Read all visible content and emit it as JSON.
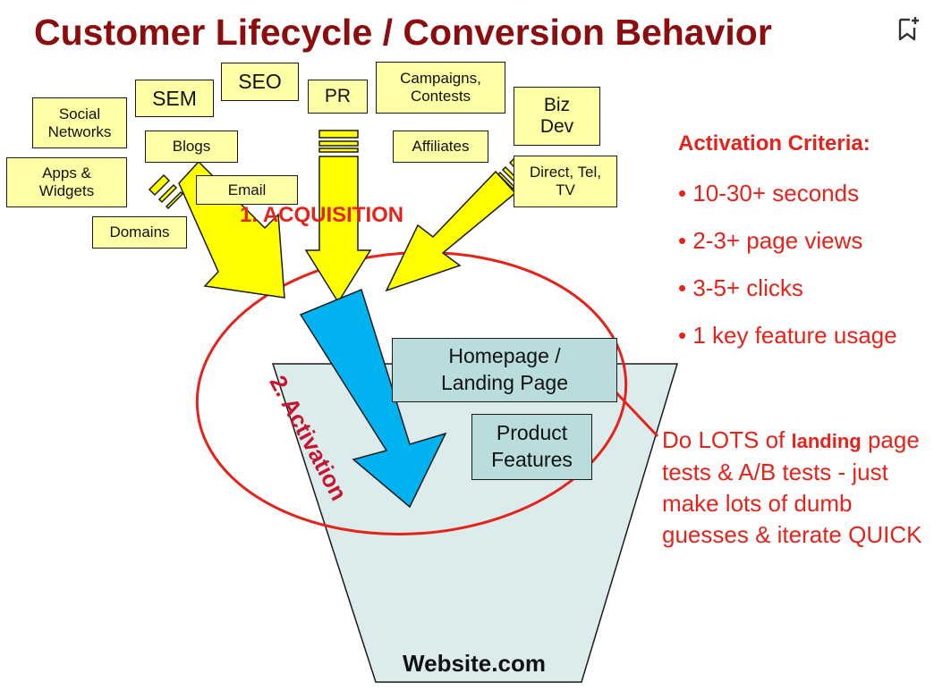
{
  "title": "Customer Lifecycle / Conversion Behavior",
  "icons": {
    "bookmark": "bookmark-add-icon"
  },
  "colors": {
    "title": "#8b0d0d",
    "accent_red": "#e5231b",
    "source_box": "#ffffa6",
    "acquisition_arrow": "#ffff00",
    "activation_arrow": "#00b3f0",
    "funnel": "#dceced"
  },
  "sources": [
    {
      "id": "social-networks",
      "line1": "Social",
      "line2": "Networks"
    },
    {
      "id": "sem",
      "line1": "SEM",
      "line2": ""
    },
    {
      "id": "seo",
      "line1": "SEO",
      "line2": ""
    },
    {
      "id": "pr",
      "line1": "PR",
      "line2": ""
    },
    {
      "id": "campaigns-contests",
      "line1": "Campaigns,",
      "line2": "Contests"
    },
    {
      "id": "biz-dev",
      "line1": "Biz",
      "line2": "Dev"
    },
    {
      "id": "blogs",
      "line1": "Blogs",
      "line2": ""
    },
    {
      "id": "affiliates",
      "line1": "Affiliates",
      "line2": ""
    },
    {
      "id": "apps-widgets",
      "line1": "Apps &",
      "line2": "Widgets"
    },
    {
      "id": "email",
      "line1": "Email",
      "line2": ""
    },
    {
      "id": "direct-tel-tv",
      "line1": "Direct, Tel,",
      "line2": "TV"
    },
    {
      "id": "domains",
      "line1": "Domains",
      "line2": ""
    }
  ],
  "stages": {
    "acquisition": "1. ACQUISITION",
    "activation": "2. Activation"
  },
  "funnel": {
    "label": "Website.com",
    "homepage_line1": "Homepage /",
    "homepage_line2": "Landing Page",
    "product_line1": "Product",
    "product_line2": "Features"
  },
  "criteria": {
    "heading": "Activation Criteria:",
    "items": [
      "• 10-30+ seconds",
      "• 2-3+ page views",
      "• 3-5+ clicks",
      "• 1 key feature usage"
    ]
  },
  "note": {
    "part1": "Do LOTS of ",
    "bold": "landing",
    "part2": " page",
    "line2": "tests & A/B tests - just",
    "line3": "make lots of dumb",
    "line4": "guesses & iterate QUICK"
  }
}
